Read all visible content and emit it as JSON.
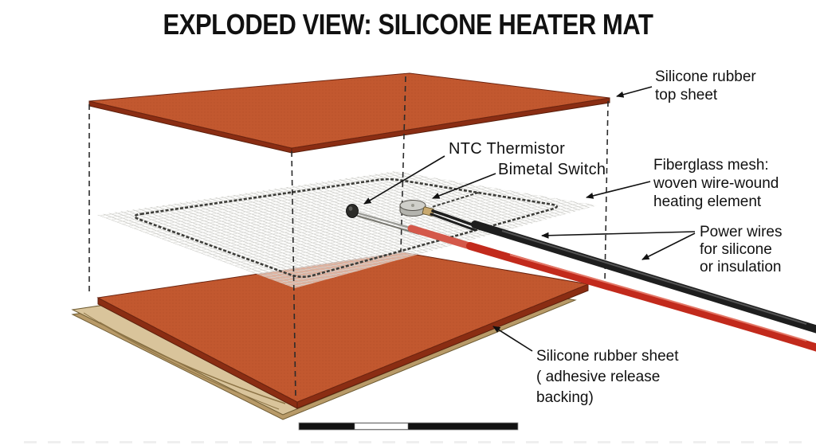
{
  "title": "EXPLODED VIEW: SILICONE HEATER MAT",
  "labels": {
    "top_sheet": {
      "line1": "Silicone rubber",
      "line2": "top sheet"
    },
    "ntc": {
      "text": "NTC Thermistor"
    },
    "bimetal": {
      "text": "Bimetal Switch"
    },
    "mesh": {
      "line1": "Fiberglass mesh:",
      "line2": "woven wire-wound",
      "line3": "heating element"
    },
    "power_wires": {
      "line1": "Power wires",
      "line2": "for silicone",
      "line3": "or insulation"
    },
    "bottom_sheet": {
      "line1": "Silicone rubber sheet",
      "line2": "( adhesive release",
      "line3": "backing)"
    }
  },
  "colors": {
    "silicone_face": "#c2582f",
    "silicone_face_texture": "#a84722",
    "silicone_edge": "#8a2d13",
    "backing_face": "#d9c49b",
    "backing_edge": "#b89a68",
    "mesh_thread": "#bfbfba",
    "heating_wire": "#3c3c38",
    "wire_red": "#c22a1c",
    "wire_red_sleeve": "#d4584a",
    "wire_black": "#1e1e1e",
    "switch_body": "#b4b4ae",
    "switch_top": "#cfcfca",
    "terminal": "#c9a96e",
    "thermistor": "#2b2b28",
    "annotation": "#111111"
  },
  "scale_bar": {
    "segment_colors": [
      "#111111",
      "#ffffff",
      "#111111"
    ]
  }
}
